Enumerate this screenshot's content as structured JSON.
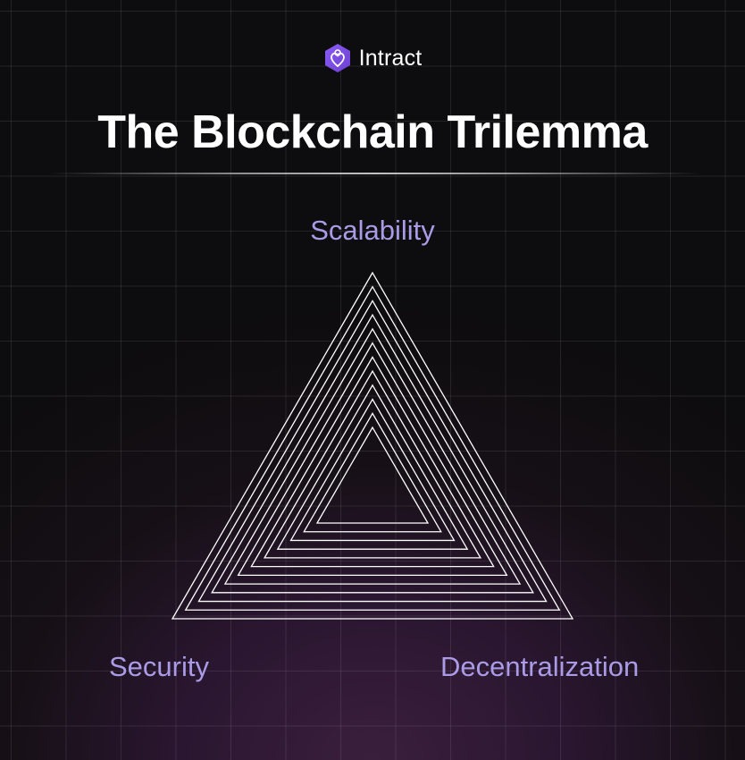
{
  "brand": {
    "name": "Intract",
    "logo_icon": "hexagon-heart-icon",
    "accent": "#7b4fd6"
  },
  "title": "The Blockchain Trilemma",
  "vertices": {
    "top": "Scalability",
    "bottom_left": "Security",
    "bottom_right": "Decentralization"
  },
  "colors": {
    "label": "#a99be6",
    "title": "#ffffff",
    "triangle_stroke": "#ffffff",
    "background_glow": "#3a1f3c"
  },
  "diagram": {
    "type": "nested-triangles",
    "count": 12
  }
}
